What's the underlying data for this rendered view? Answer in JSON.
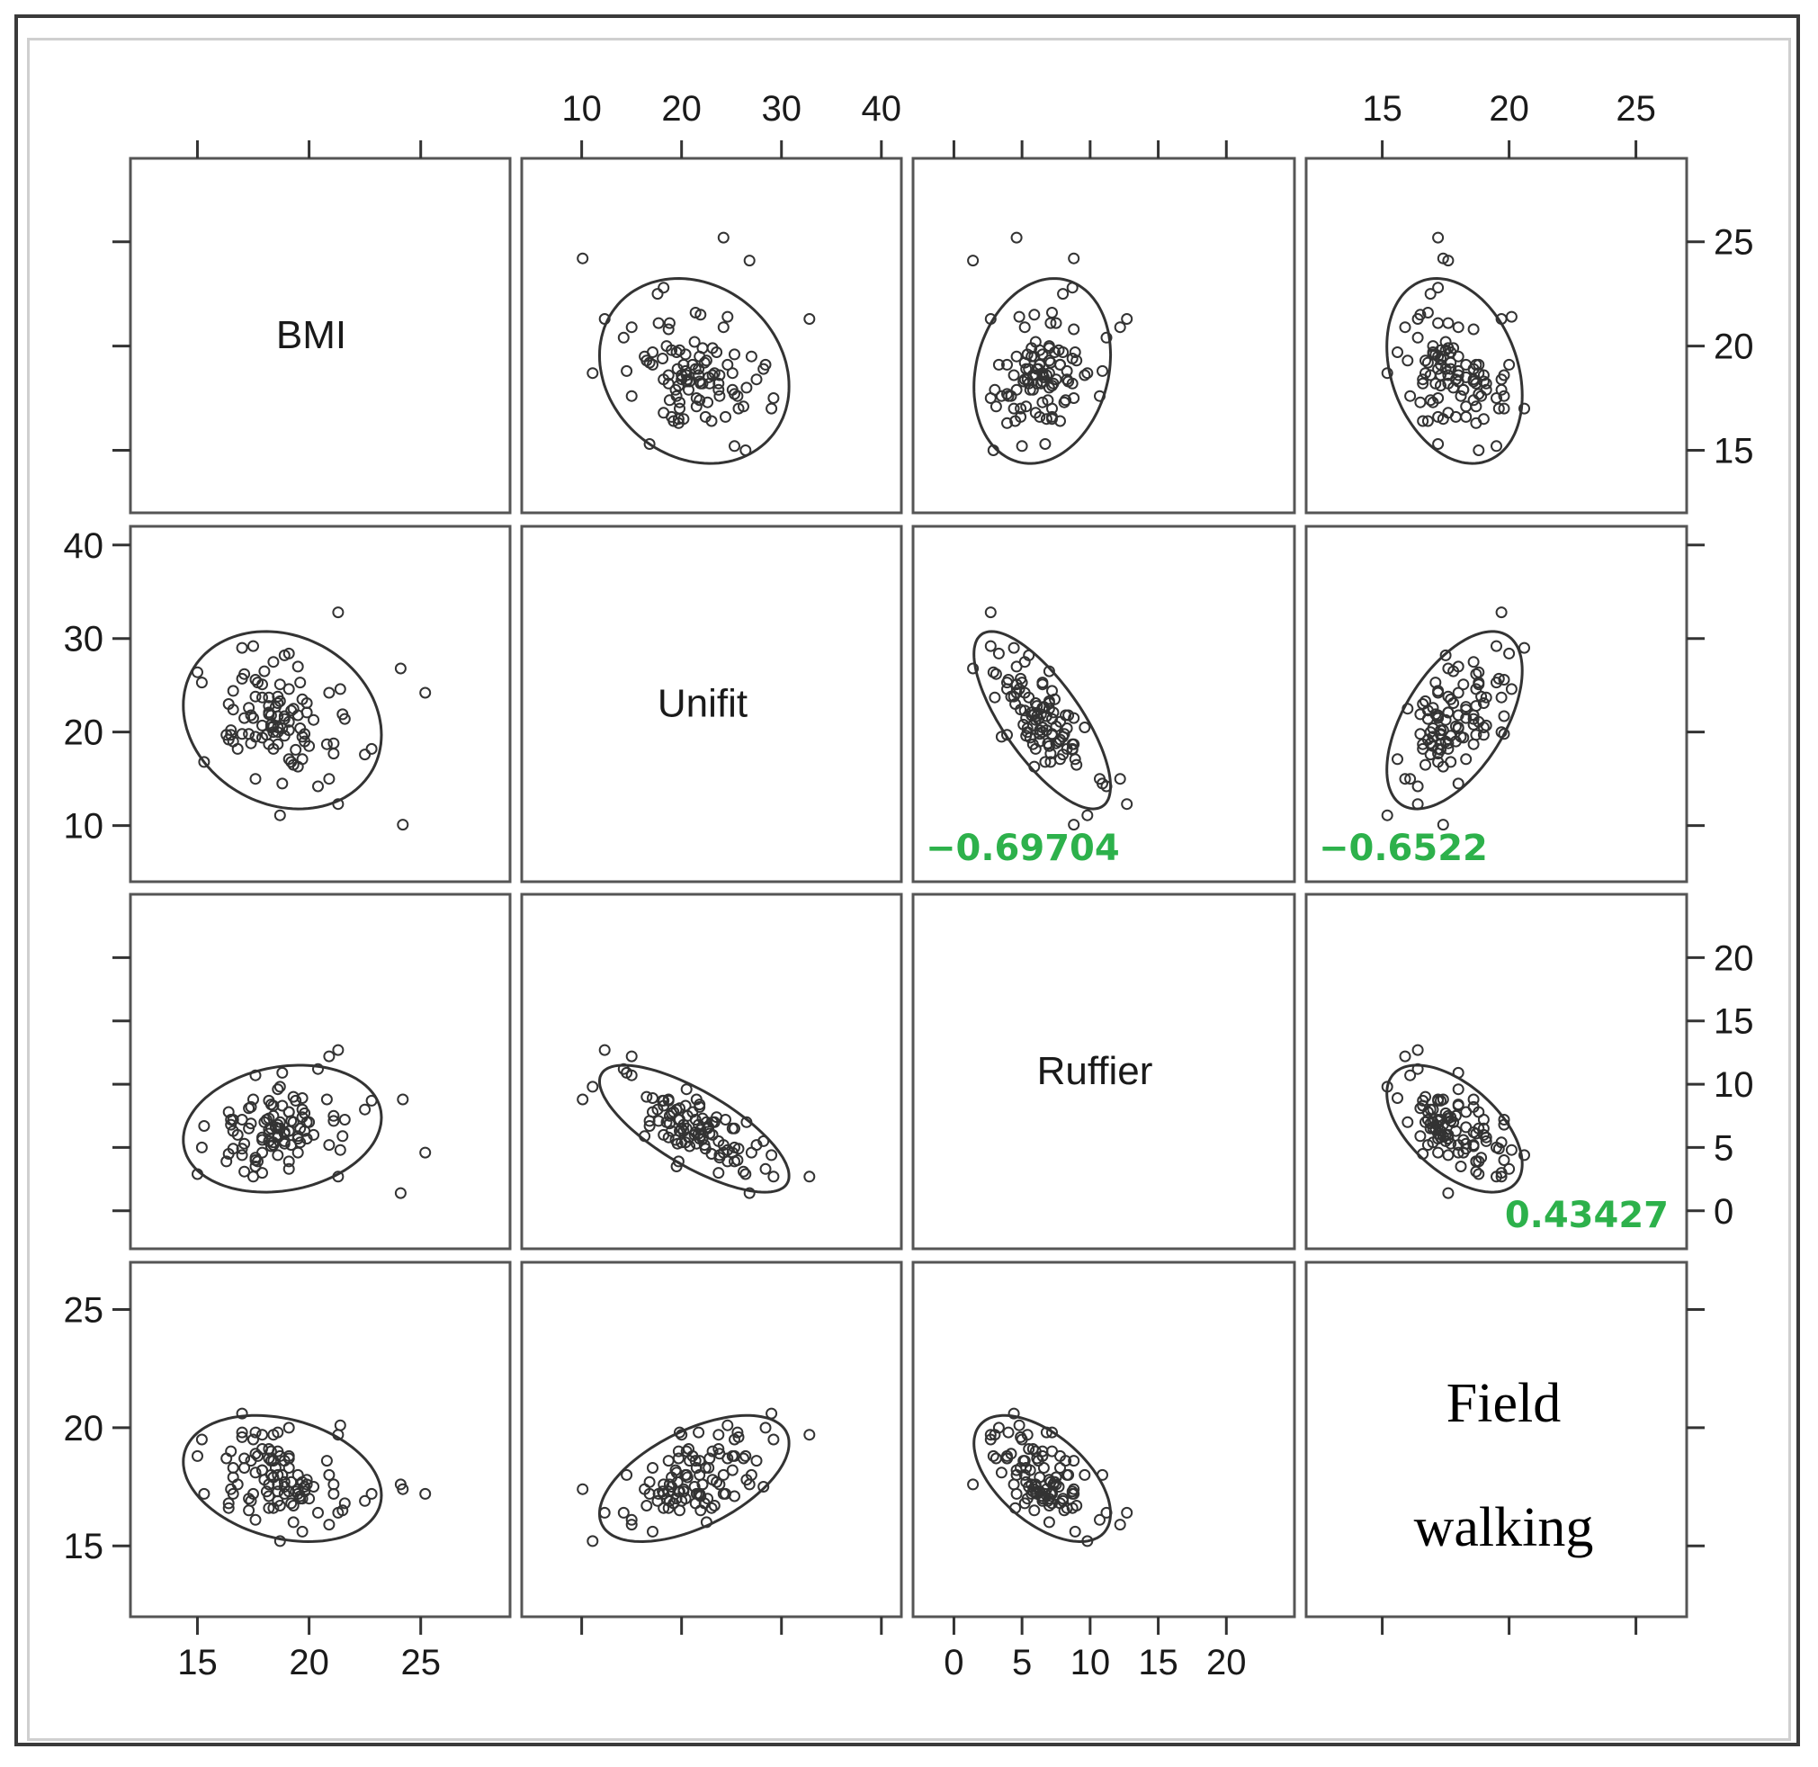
{
  "chart_data": {
    "type": "scatter",
    "variables": [
      {
        "name": "BMI",
        "ticks": [
          15,
          20,
          25
        ],
        "range": [
          12,
          29
        ]
      },
      {
        "name": "Unifit",
        "ticks": [
          10,
          20,
          30,
          40
        ],
        "range": [
          4,
          42
        ]
      },
      {
        "name": "Ruffier",
        "ticks": [
          0,
          5,
          10,
          15,
          20
        ],
        "range": [
          -3,
          25
        ]
      },
      {
        "name": "Field walking",
        "ticks": [
          15,
          20,
          25
        ],
        "range": [
          12,
          27
        ]
      }
    ],
    "correlations": [
      {
        "row": 1,
        "col": 2,
        "value": "−0.69704"
      },
      {
        "row": 1,
        "col": 3,
        "value": "−0.6522"
      },
      {
        "row": 2,
        "col": 3,
        "value": "0.43427"
      }
    ],
    "ellipses": true,
    "observations": [
      [
        18.9,
        19.6,
        5.3,
        17.7
      ],
      [
        24.2,
        10.1,
        8.8,
        17.4
      ],
      [
        17.6,
        19.5,
        3.5,
        18.1
      ],
      [
        18.7,
        11.1,
        9.8,
        15.2
      ],
      [
        18.8,
        14.5,
        10.9,
        18.0
      ],
      [
        21.5,
        21.9,
        5.9,
        16.5
      ],
      [
        16.6,
        22.4,
        4.9,
        18.3
      ],
      [
        18.6,
        18.7,
        5.8,
        17.3
      ],
      [
        18.9,
        21.7,
        6.1,
        17.2
      ],
      [
        17.9,
        25.1,
        4.6,
        18.2
      ],
      [
        19.7,
        17.1,
        8.9,
        15.6
      ],
      [
        19.3,
        22.5,
        7.0,
        16.0
      ],
      [
        19.5,
        21.8,
        5.7,
        17.2
      ],
      [
        19.5,
        16.3,
        5.9,
        17.4
      ],
      [
        17.7,
        25.3,
        3.9,
        18.8
      ],
      [
        17.1,
        26.2,
        3.1,
        18.7
      ],
      [
        20.0,
        18.5,
        7.0,
        17.0
      ],
      [
        17.1,
        21.5,
        5.3,
        18.3
      ],
      [
        19.4,
        18.1,
        8.7,
        17.3
      ],
      [
        18.2,
        21.9,
        6.4,
        17.1
      ],
      [
        20.9,
        15.0,
        12.2,
        15.9
      ],
      [
        15.0,
        26.4,
        2.9,
        18.8
      ],
      [
        16.8,
        18.2,
        6.0,
        17.6
      ],
      [
        15.2,
        25.3,
        5.0,
        19.5
      ],
      [
        18.3,
        20.5,
        6.5,
        19.0
      ],
      [
        17.0,
        25.7,
        4.9,
        19.6
      ],
      [
        22.5,
        17.6,
        8.0,
        16.9
      ],
      [
        19.8,
        19.0,
        7.7,
        17.5
      ],
      [
        18.2,
        22.8,
        6.1,
        18.7
      ],
      [
        21.6,
        21.4,
        7.2,
        16.8
      ],
      [
        19.7,
        19.5,
        8.0,
        17.0
      ],
      [
        18.2,
        23.7,
        5.5,
        19.1
      ],
      [
        17.4,
        18.8,
        6.9,
        16.9
      ],
      [
        22.8,
        18.2,
        8.7,
        17.2
      ],
      [
        16.4,
        23.0,
        4.5,
        16.6
      ],
      [
        20.8,
        18.7,
        8.8,
        18.6
      ],
      [
        19.1,
        24.6,
        3.9,
        18.7
      ],
      [
        18.5,
        22.7,
        6.6,
        18.3
      ],
      [
        20.2,
        21.3,
        6.0,
        17.5
      ],
      [
        15.3,
        16.8,
        6.7,
        17.2
      ],
      [
        17.9,
        19.4,
        5.6,
        18.2
      ],
      [
        18.6,
        20.0,
        6.5,
        16.9
      ],
      [
        19.2,
        16.8,
        7.1,
        17.7
      ],
      [
        18.3,
        21.8,
        8.4,
        18.0
      ],
      [
        18.4,
        20.0,
        5.4,
        19.7
      ],
      [
        18.2,
        18.7,
        8.7,
        16.6
      ],
      [
        21.3,
        12.3,
        12.7,
        16.4
      ],
      [
        16.5,
        20.2,
        6.8,
        17.4
      ],
      [
        19.1,
        28.4,
        3.3,
        20.0
      ],
      [
        20.9,
        24.2,
        5.2,
        18.0
      ],
      [
        19.9,
        23.1,
        7.0,
        17.8
      ],
      [
        18.6,
        23.1,
        6.0,
        19.0
      ],
      [
        18.6,
        21.7,
        6.8,
        19.8
      ],
      [
        17.3,
        19.8,
        8.1,
        16.5
      ],
      [
        17.9,
        23.7,
        3.0,
        19.7
      ],
      [
        17.6,
        15.0,
        10.7,
        16.1
      ],
      [
        19.6,
        20.4,
        5.4,
        17.0
      ],
      [
        19.8,
        19.8,
        6.3,
        17.3
      ],
      [
        19.2,
        22.3,
        5.2,
        16.8
      ],
      [
        20.4,
        14.2,
        11.2,
        16.4
      ],
      [
        18.4,
        27.5,
        5.2,
        18.6
      ],
      [
        18.9,
        28.2,
        5.5,
        17.5
      ],
      [
        17.4,
        21.8,
        8.2,
        18.6
      ],
      [
        18.3,
        20.8,
        5.1,
        18.6
      ],
      [
        18.1,
        19.7,
        7.2,
        17.3
      ],
      [
        19.5,
        27.0,
        4.6,
        18.0
      ],
      [
        19.1,
        17.1,
        7.8,
        18.3
      ],
      [
        18.8,
        20.4,
        8.3,
        18.0
      ],
      [
        18.2,
        22.1,
        7.3,
        17.6
      ],
      [
        17.0,
        19.8,
        7.2,
        19.8
      ],
      [
        18.7,
        23.3,
        7.0,
        16.7
      ],
      [
        19.1,
        20.2,
        6.3,
        17.3
      ],
      [
        16.3,
        19.7,
        3.9,
        18.7
      ],
      [
        17.0,
        29.0,
        4.4,
        20.6
      ],
      [
        21.1,
        18.8,
        7.5,
        17.6
      ],
      [
        16.6,
        19.0,
        6.3,
        17.9
      ],
      [
        18.6,
        20.5,
        9.6,
        18.0
      ],
      [
        18.6,
        23.8,
        4.4,
        17.6
      ],
      [
        21.1,
        17.7,
        7.1,
        17.2
      ],
      [
        16.5,
        19.7,
        7.2,
        19.0
      ],
      [
        17.9,
        20.7,
        5.8,
        19.1
      ],
      [
        19.9,
        22.1,
        5.7,
        17.6
      ],
      [
        19.3,
        16.5,
        9.0,
        16.7
      ],
      [
        18.7,
        25.1,
        6.5,
        18.8
      ],
      [
        18.4,
        18.2,
        8.3,
        16.6
      ],
      [
        17.6,
        23.8,
        4.2,
        18.9
      ],
      [
        18.4,
        20.6,
        7.5,
        17.9
      ],
      [
        18.9,
        21.4,
        6.2,
        18.6
      ],
      [
        17.5,
        21.5,
        8.8,
        17.2
      ],
      [
        19.1,
        21.1,
        7.8,
        18.8
      ],
      [
        16.4,
        19.2,
        7.8,
        16.8
      ],
      [
        17.3,
        22.6,
        6.5,
        17.0
      ],
      [
        24.1,
        26.8,
        1.4,
        17.6
      ],
      [
        21.3,
        32.8,
        2.7,
        19.7
      ],
      [
        21.4,
        24.6,
        4.8,
        20.1
      ],
      [
        25.2,
        24.2,
        4.6,
        17.2
      ],
      [
        16.6,
        24.4,
        7.2,
        17.2
      ],
      [
        19.7,
        23.5,
        7.4,
        17.7
      ],
      [
        17.6,
        25.6,
        4.0,
        19.8
      ],
      [
        18.0,
        26.5,
        7.0,
        17.8
      ],
      [
        19.6,
        25.3,
        6.5,
        17.1
      ],
      [
        17.5,
        29.2,
        2.7,
        19.5
      ]
    ]
  }
}
